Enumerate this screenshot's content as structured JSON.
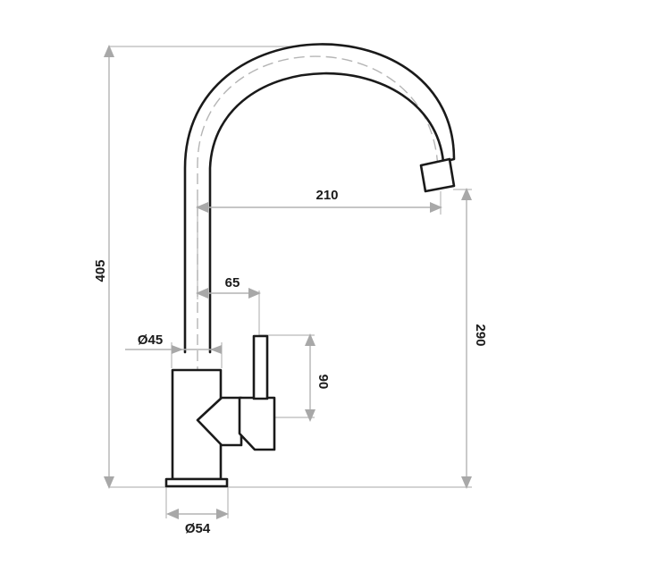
{
  "dimensions": {
    "total_height": "405",
    "spout_reach": "210",
    "spout_clearance": "290",
    "lever_offset": "65",
    "lever_height": "90",
    "body_diameter": "Ø45",
    "base_diameter": "Ø54"
  },
  "colors": {
    "outline": "#1a1a1a",
    "dimension_lines": "#b3b3b3",
    "background": "#ffffff"
  }
}
